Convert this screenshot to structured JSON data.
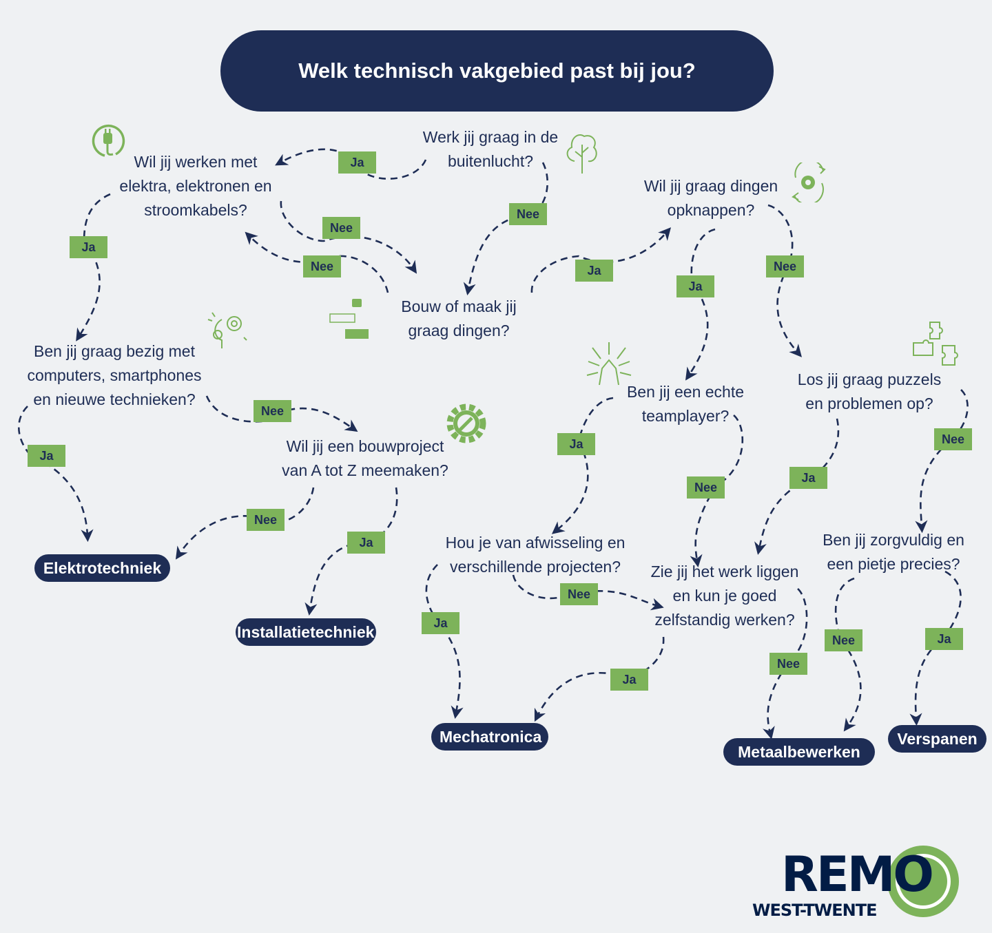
{
  "title": "Welk technisch vakgebied past bij jou?",
  "questions": {
    "buitenlucht": [
      "Werk jij graag in de",
      "buitenlucht?"
    ],
    "elektra": [
      "Wil jij werken met",
      "elektra, elektronen en",
      "stroomkabels?"
    ],
    "bouw": [
      "Bouw of maak jij",
      "graag dingen?"
    ],
    "opknappen": [
      "Wil jij graag dingen",
      "opknappen?"
    ],
    "computers": [
      "Ben jij graag bezig met",
      "computers, smartphones",
      "en nieuwe technieken?"
    ],
    "bouwproject": [
      "Wil jij een bouwproject",
      "van A tot Z meemaken?"
    ],
    "teamplayer": [
      "Ben jij een echte",
      "teamplayer?"
    ],
    "puzzels": [
      "Los jij graag puzzels",
      "en problemen op?"
    ],
    "afwisseling": [
      "Hou je van afwisseling en",
      "verschillende projecten?"
    ],
    "zelfstandig": [
      "Zie jij het werk liggen",
      "en kun je goed",
      "zelfstandig werken?"
    ],
    "precies": [
      "Ben jij zorgvuldig en",
      "een pietje precies?"
    ]
  },
  "yes": "Ja",
  "no": "Nee",
  "outcomes": {
    "elektrotechniek": "Elektrotechniek",
    "installatietechniek": "Installatietechniek",
    "mechatronica": "Mechatronica",
    "metaalbewerken": "Metaalbewerken",
    "verspanen": "Verspanen"
  },
  "logo": {
    "name": "REMO",
    "sub": "WEST-TWENTE"
  },
  "colors": {
    "navy": "#1e2d55",
    "green": "#7db35a",
    "background": "#eff1f3"
  }
}
